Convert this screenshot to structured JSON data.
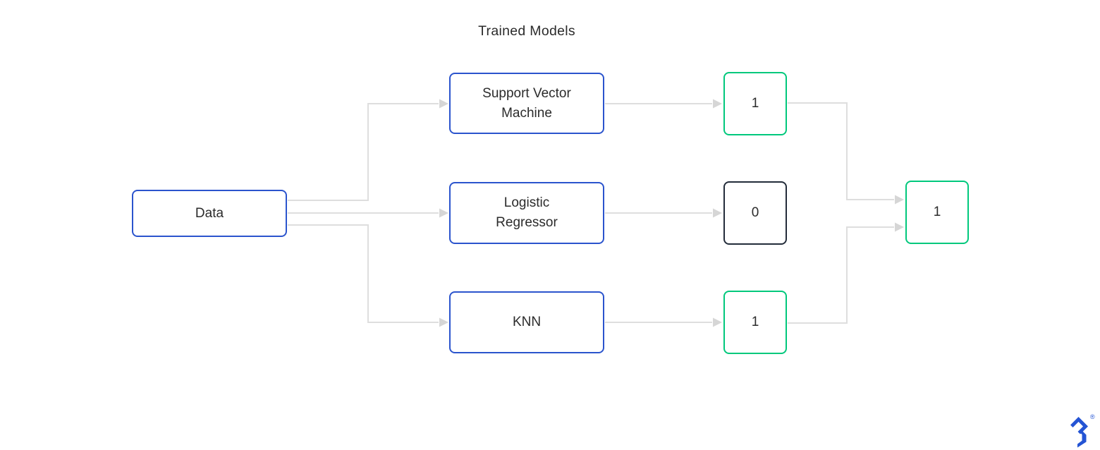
{
  "title": "Trained Models",
  "diagram": {
    "input": {
      "label": "Data"
    },
    "models": [
      {
        "label": "Support Vector Machine"
      },
      {
        "label": "Logistic Regressor"
      },
      {
        "label": "KNN"
      }
    ],
    "outputs": [
      {
        "value": "1",
        "status": "positive"
      },
      {
        "value": "0",
        "status": "neutral"
      },
      {
        "value": "1",
        "status": "positive"
      }
    ],
    "final_output": {
      "value": "1",
      "status": "positive"
    }
  },
  "colors": {
    "model_border_blue": "#2b54cd",
    "positive_border_green": "#00c87c",
    "neutral_border_dark": "#232c3a",
    "connector_gray": "#dedede",
    "text": "#2b2b2b",
    "logo_blue": "#2454d4"
  },
  "logo": {
    "name": "toptal-logomark",
    "registered_symbol": "®"
  }
}
